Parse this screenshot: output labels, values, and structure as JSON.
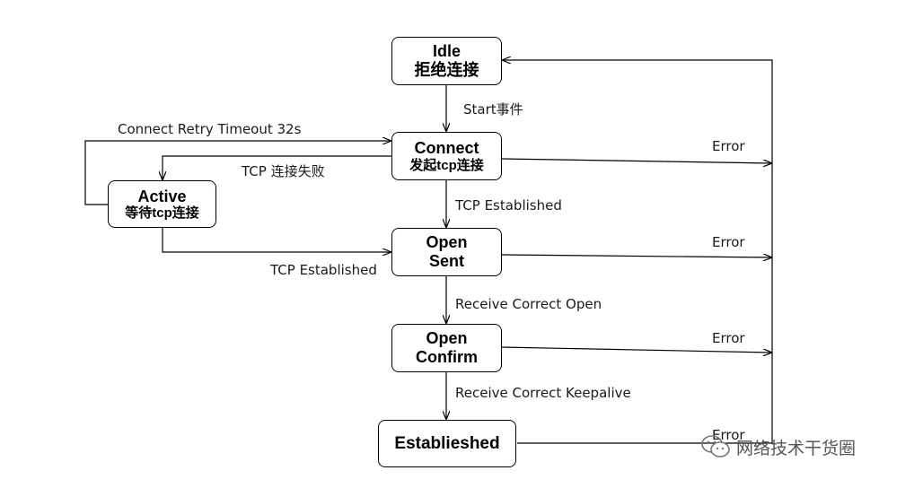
{
  "nodes": {
    "idle": {
      "line1": "Idle",
      "line2": "拒绝连接"
    },
    "connect": {
      "line1": "Connect",
      "line2": "发起tcp连接"
    },
    "active": {
      "line1": "Active",
      "line2": "等待tcp连接"
    },
    "open_sent": {
      "line1": "Open",
      "line2": "Sent"
    },
    "open_confirm": {
      "line1": "Open",
      "line2": "Confirm"
    },
    "established": {
      "line1": "Establieshed"
    }
  },
  "edges": {
    "start": "Start事件",
    "retry_timeout": "Connect Retry Timeout 32s",
    "tcp_fail": "TCP 连接失败",
    "tcp_established_connect": "TCP Established",
    "tcp_established_active": "TCP Established",
    "receive_open": "Receive Correct Open",
    "receive_keepalive": "Receive Correct Keepalive",
    "error_connect": "Error",
    "error_open_sent": "Error",
    "error_open_confirm": "Error",
    "error_established": "Error"
  },
  "watermark": {
    "text": "网络技术干货圈",
    "icon": "wechat-icon"
  },
  "colors": {
    "line": "#000000",
    "text": "#1a1a1a"
  }
}
